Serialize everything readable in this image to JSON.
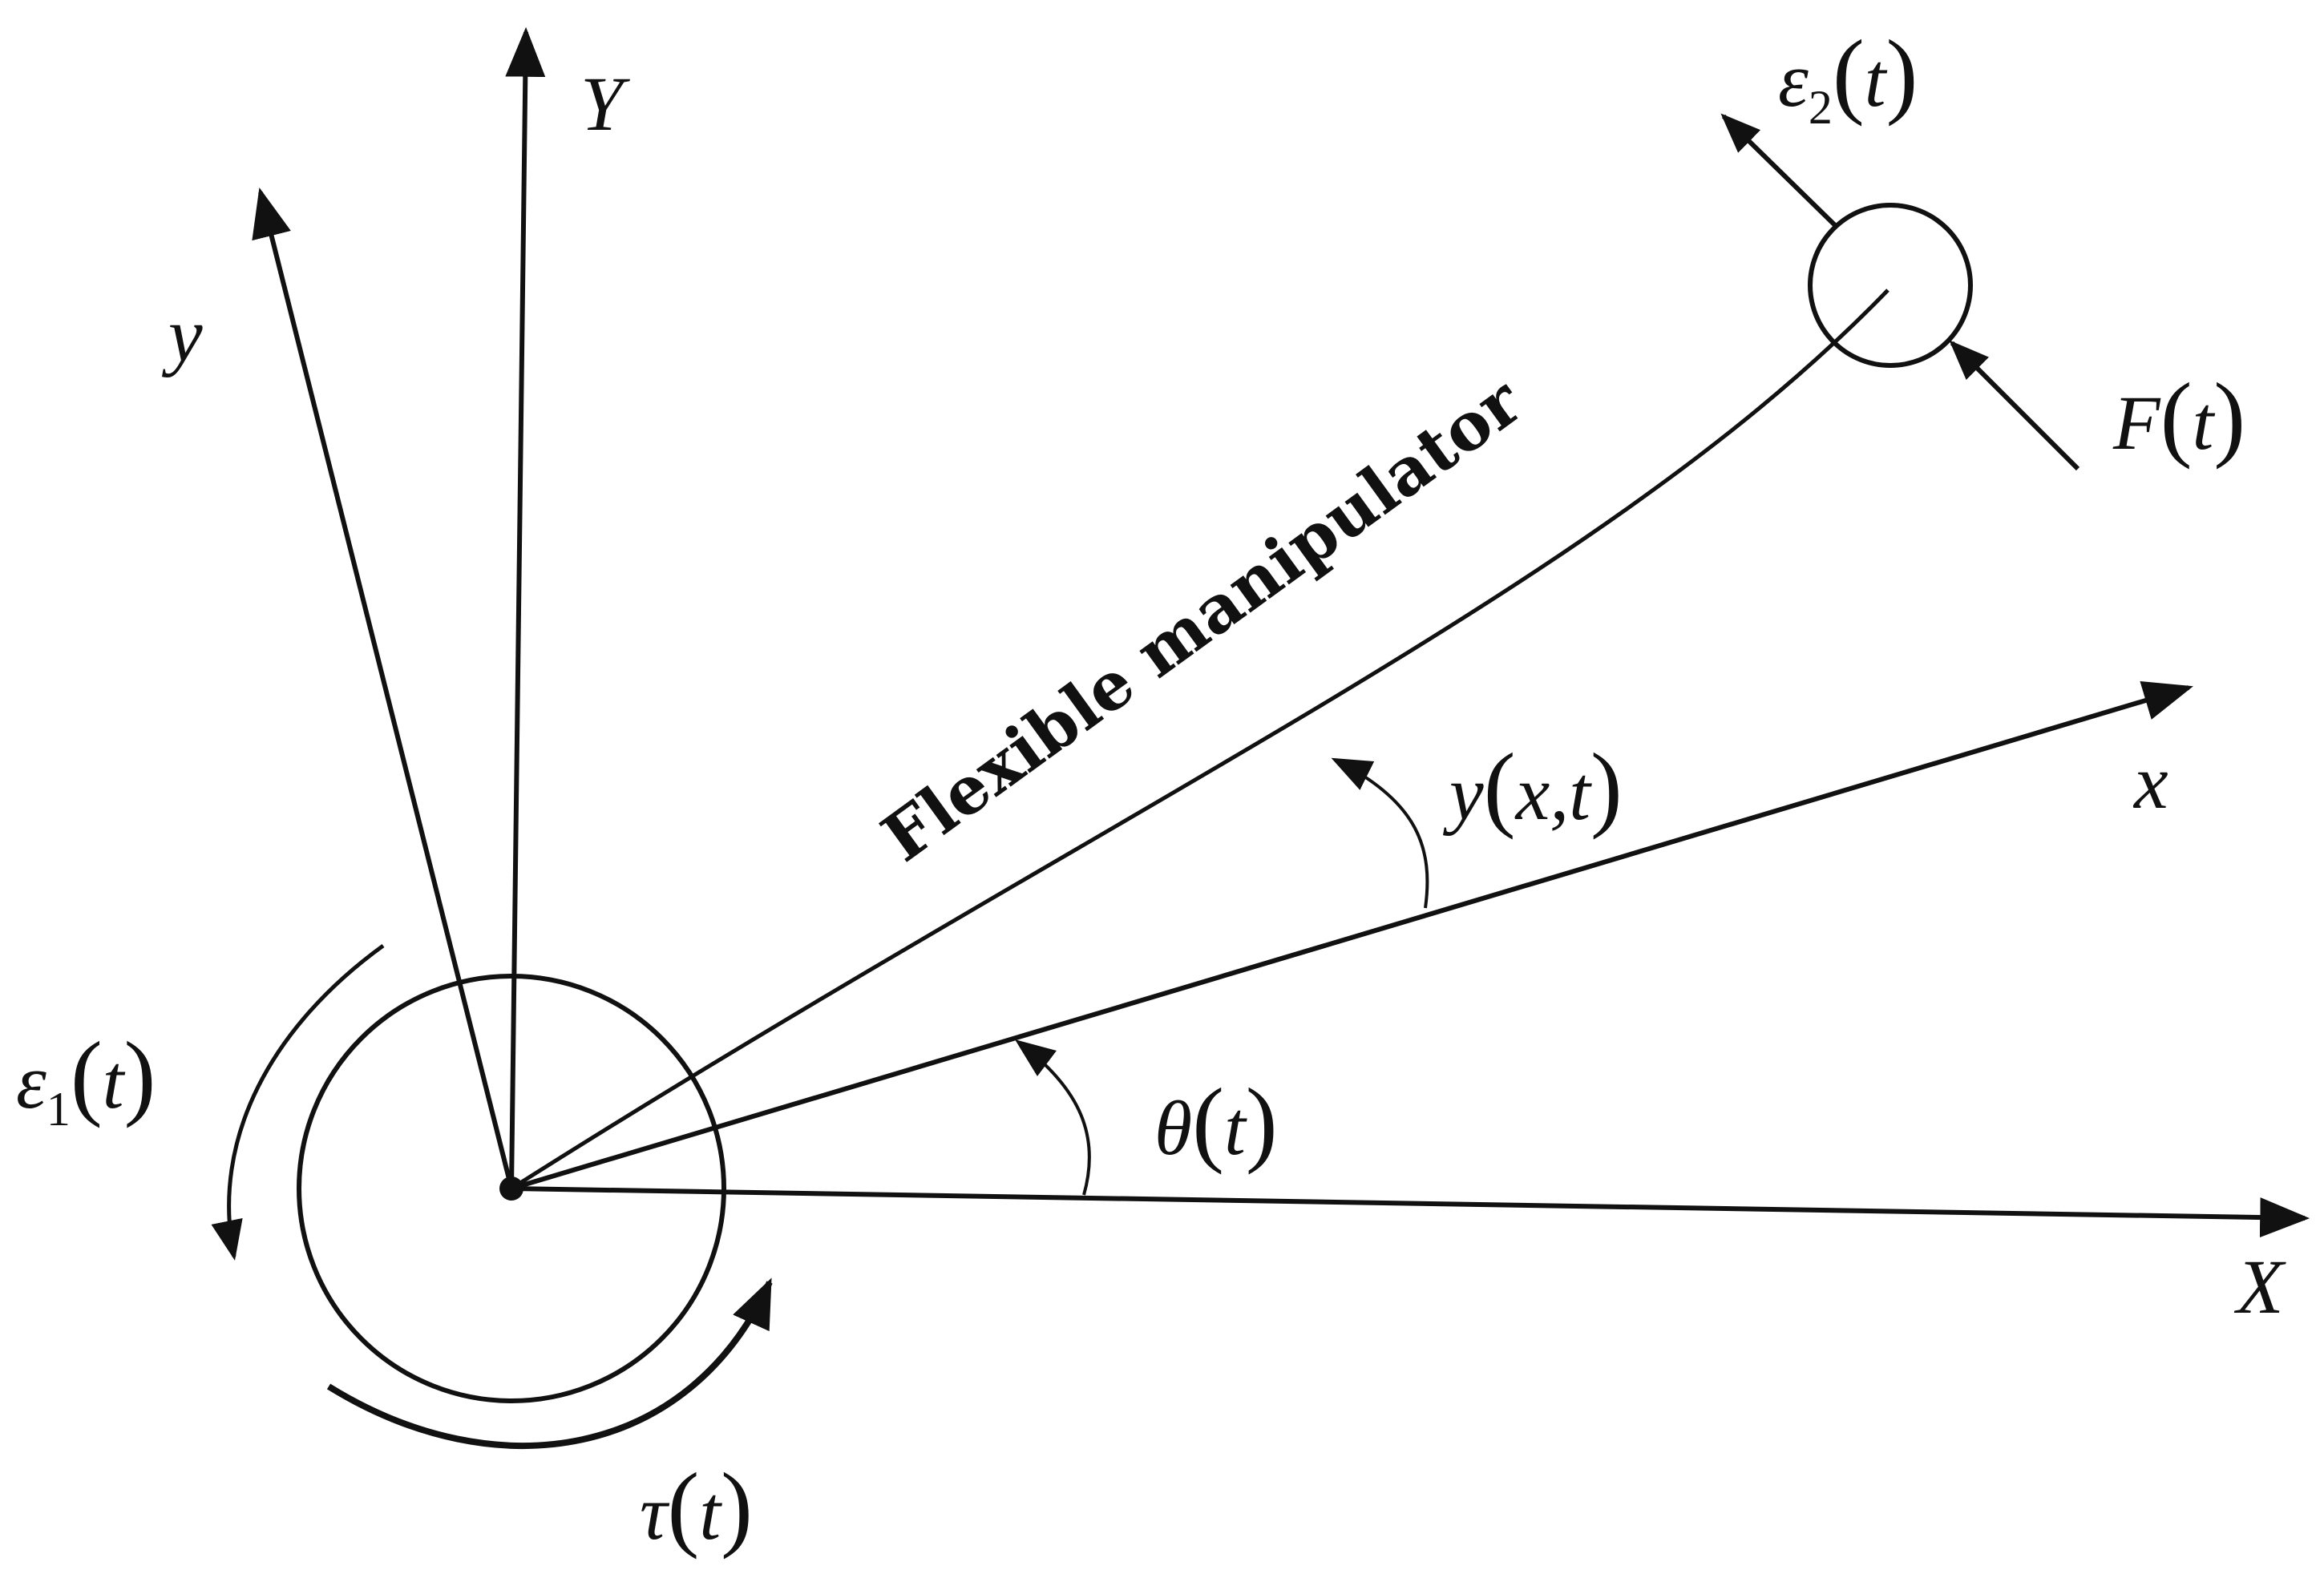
{
  "diagram": {
    "labels": {
      "Y_axis": "Y",
      "y_axis": "y",
      "x_axis": "x",
      "X_axis": "X",
      "beam": "Flexible manipulator",
      "theta": {
        "sym": "θ",
        "arg": "t"
      },
      "deflection": {
        "sym": "y",
        "arg": "x,t"
      },
      "tau": {
        "sym": "τ",
        "arg": "t"
      },
      "eps1": {
        "sym": "ε",
        "sub": "1",
        "arg": "t"
      },
      "eps2": {
        "sym": "ε",
        "sub": "2",
        "arg": "t"
      },
      "force": {
        "sym": "F",
        "arg": "t"
      }
    },
    "colors": {
      "ink": "#111111",
      "background": "#ffffff"
    }
  }
}
